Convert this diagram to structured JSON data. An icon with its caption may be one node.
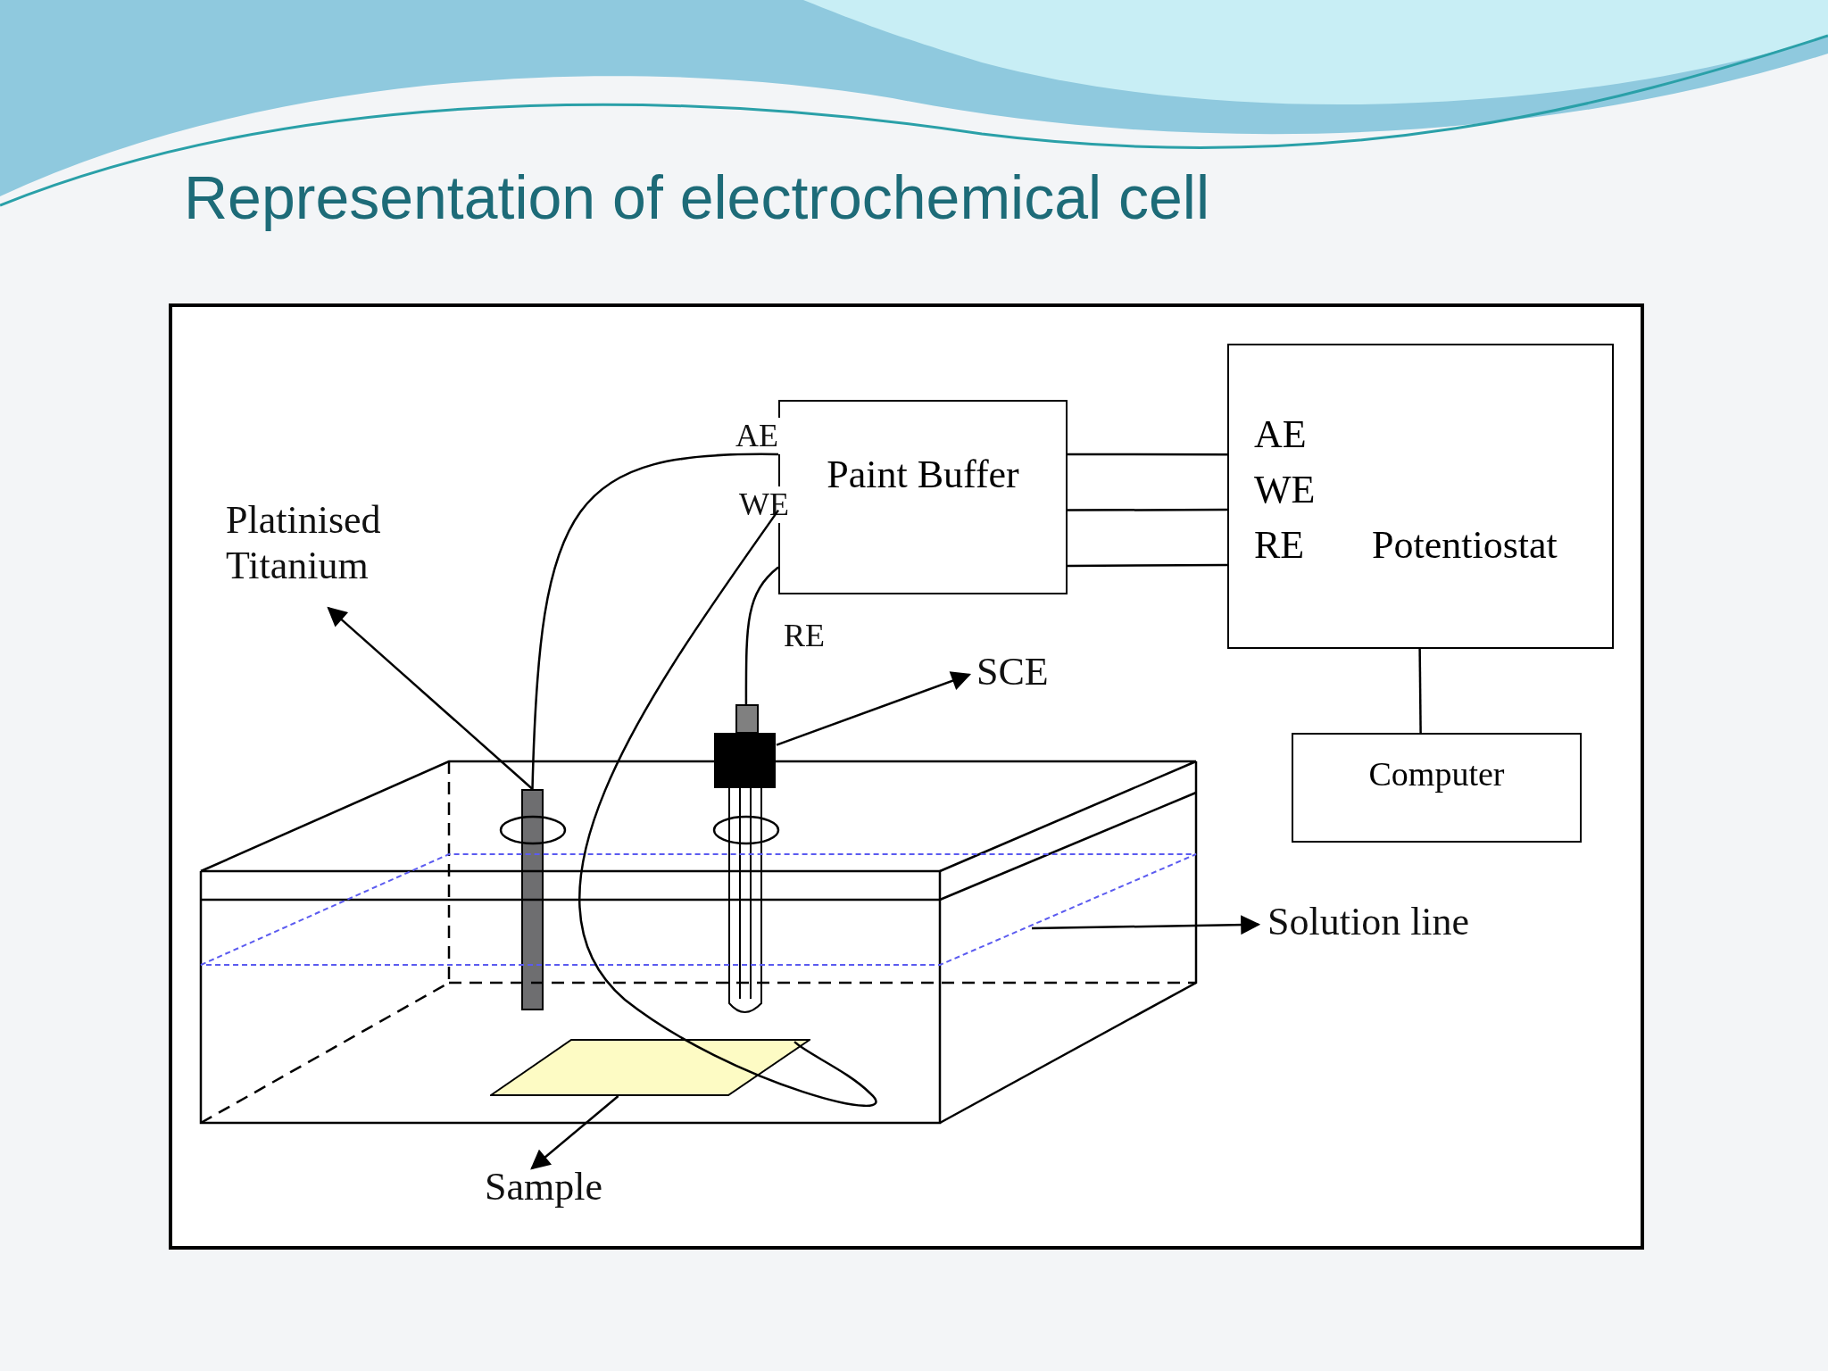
{
  "diagram": {
    "title": "Representation of electrochemical cell",
    "nodes": [
      {
        "text": [
          "Paint Buffer"
        ]
      },
      {
        "text": [
          "AE",
          "WE",
          "RE",
          "Potentiostat"
        ]
      },
      {
        "text": [
          "Computer"
        ]
      },
      {
        "text": [
          "Platinised Titanium"
        ]
      },
      {
        "text": [],
        "shape": "bar"
      },
      {
        "text": [
          "SCE"
        ]
      },
      {
        "text": [],
        "shape": "bar"
      },
      {
        "text": [
          "Solution line"
        ]
      },
      {
        "text": [
          "Sample"
        ]
      },
      {
        "text": [],
        "shape": "box"
      }
    ],
    "edges": [
      {
        "from": 0,
        "to": 1,
        "arrow": "none"
      },
      {
        "from": 0,
        "to": 1,
        "arrow": "none"
      },
      {
        "from": 0,
        "to": 1,
        "arrow": "none"
      },
      {
        "from": 1,
        "to": 2,
        "arrow": "none"
      },
      {
        "from": 0,
        "to": 4,
        "arrow": "none",
        "label": "AE"
      },
      {
        "from": 0,
        "to": 9,
        "arrow": "none",
        "label": "WE"
      },
      {
        "from": 0,
        "to": 6,
        "arrow": "none",
        "label": "RE"
      },
      {
        "from": 4,
        "to": 3,
        "arrow": "to"
      },
      {
        "from": 6,
        "to": 5,
        "arrow": "to"
      },
      {
        "from": null,
        "to": 7,
        "arrow": "to"
      },
      {
        "from": 9,
        "to": 8,
        "arrow": "to"
      }
    ]
  }
}
